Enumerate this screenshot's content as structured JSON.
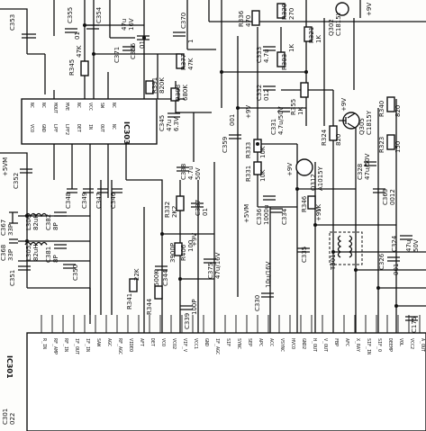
{
  "labels": {
    "c353": "C353",
    "c355": "C355",
    "c355_val": "01",
    "c354": "C354",
    "c356": "C356",
    "c356_val": "01",
    "c370": "C370",
    "c370_val": "1",
    "c371": "C371",
    "c371_val": "47u",
    "c371_v": "16V",
    "r345": "R345",
    "r345_val": "47K",
    "r377": "R377",
    "r377_val": "47K",
    "ic303": "IC303",
    "r391": "R391",
    "r391_val": "820K",
    "r393": "R393",
    "r393_val": "680K",
    "c345": "C345",
    "c345_val": "47u",
    "c345_v": "6.3V",
    "c352": "C352",
    "c348": "C348",
    "c349": "C349",
    "c347": "C347",
    "c346": "C346",
    "c367": "C367",
    "c367_val": "33P",
    "c382": "C382",
    "c382_val": "8P",
    "l306": "L306",
    "l306_val": "82uH",
    "l305": "L305",
    "l305_val": "82uH",
    "c368": "C368",
    "c368_val": "33P",
    "c381": "C381",
    "c381_val": "8P",
    "c351": "C351",
    "c350": "C350",
    "r341": "R341",
    "r341_val": "22K",
    "r344": "R344",
    "r344_val": "500K",
    "c344": "C344",
    "c344_val": "3900P",
    "c338": "C338",
    "c338_val": "4.7u",
    "c338_v": "50V",
    "r332": "R332",
    "r332_val": "2K2",
    "c337": "C337",
    "c337_val": "01",
    "r406": "R406",
    "r406_val": "100",
    "c375": "C375",
    "c375_val": "47u/16V",
    "c339": "C339",
    "c339_val": "100P",
    "c359": "C359",
    "c359_val": "001",
    "r336": "R336",
    "r336_val": "470",
    "r320": "R320",
    "r320_val": "270",
    "r321": "R321",
    "r321_val": "1K",
    "q302": "Q302",
    "q302_val": "C1815Y",
    "r303": "R303",
    "r303_val": "1K",
    "c333": "C333",
    "c333_val": "4.7u",
    "c332": "C332",
    "c332_val": "012",
    "r355": "R355",
    "r355_val": "1K",
    "c331": "C331",
    "c331_val": "4.7u/50V",
    "r333": "R333",
    "r333_val": "10K",
    "r331": "R331",
    "r331_val": "10K",
    "c336": "C336",
    "c336_val": "1000u",
    "c334": "C334",
    "r324": "R324",
    "r324_val": "820",
    "q305": "Q305",
    "q305_val": "C1815Y",
    "q312": "Q312",
    "q312_val": "A1015Y",
    "r340": "R340",
    "r340_val": "820",
    "r323": "R323",
    "r323_val": "150",
    "c328": "C328",
    "c328_val": "47u/50V",
    "c363": "C363",
    "c363_val": "0012",
    "r346": "R346",
    "r346_val": "1K",
    "t301": "T301",
    "c335": "C335",
    "c330": "C330",
    "c330_val": "10u/16V",
    "c324": "C324",
    "c324_val": "47u",
    "c324_v": "50V",
    "c326": "C326",
    "c326_val": "001",
    "c175": "C175",
    "c301": "C301",
    "c301_val": "022",
    "ic301": "IC301",
    "v9_1": "+9V",
    "v9_2": "+9V",
    "v9_3": "+9V",
    "v9_4": "+9V",
    "v9_5": "+9V",
    "v9_6": "+9V",
    "v5_1": "+5VM",
    "v5_2": "+5VM"
  },
  "ic301_pins": [
    "R_IN",
    "RF_AMP",
    "RF_IN",
    "IF_OUT",
    "IF_IN",
    "SAW",
    "AGC",
    "RF_AGC",
    "VIDEO",
    "AFT",
    "DET",
    "VCO",
    "VCO2",
    "VIF_V",
    "VCC1",
    "GND",
    "IF_AGC",
    "SIF",
    "SYNC",
    "SEP",
    "APC",
    "ACC",
    "VSYNC",
    "HVCO",
    "GND2",
    "H_OUT",
    "V_OUT",
    "FBP",
    "AFC",
    "X_RAY",
    "SIF_IN",
    "SIF_O",
    "DEEMP",
    "VOL",
    "VCC2",
    "A_OUT",
    "CLK",
    "DATA",
    "B_OUT",
    "G_OUT",
    "R_OUT",
    "YS",
    "YM",
    "BLK",
    "TINT",
    "COLOR",
    "BRIGHT",
    "CONT"
  ],
  "ic303_pins_top": [
    "NC",
    "NC",
    "MOUT",
    "MVE",
    "NC",
    "VCC",
    "SW",
    "NC"
  ],
  "ic303_pins_bot": [
    "VCO",
    "GND",
    "LPF",
    "LPF2",
    "DET",
    "IN",
    "OUT",
    "NC"
  ]
}
